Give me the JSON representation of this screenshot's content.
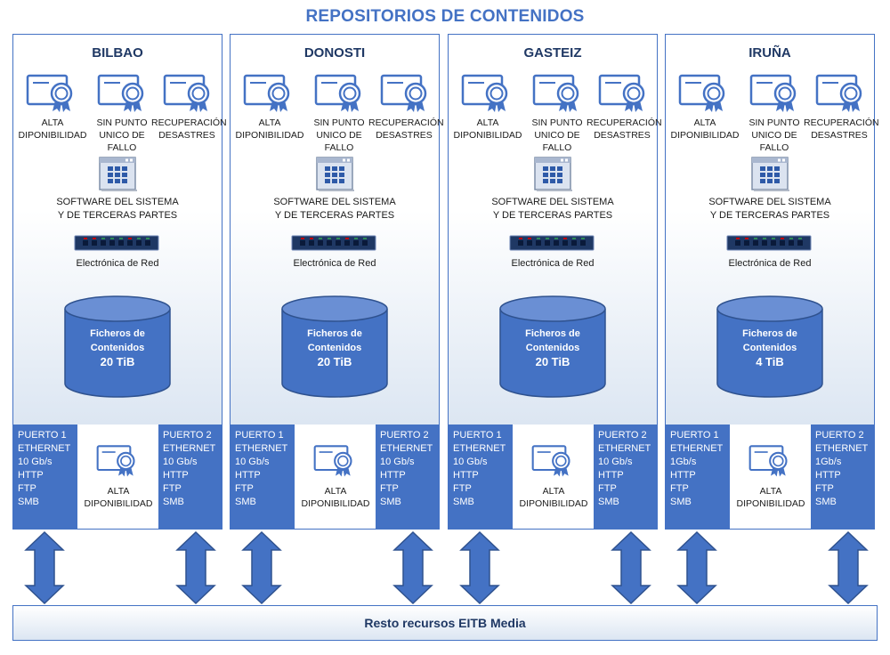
{
  "title": "REPOSITORIOS DE CONTENIDOS",
  "labels": {
    "alta_1": "ALTA",
    "alta_2": "DIPONIBILIDAD",
    "spof_1": "SIN PUNTO",
    "spof_2": "UNICO DE FALLO",
    "rec_1": "RECUPERACIÓN",
    "rec_2": "DESASTRES",
    "software_1": "SOFTWARE DEL SISTEMA",
    "software_2": "Y DE TERCERAS PARTES",
    "network": "Electrónica de Red",
    "db_1": "Ficheros de",
    "db_2": "Contenidos"
  },
  "sites": [
    {
      "name": "BILBAO",
      "capacity": "20 TiB",
      "port1": [
        "PUERTO 1",
        "ETHERNET",
        "10 Gb/s",
        "HTTP",
        "FTP",
        "SMB"
      ],
      "port2": [
        "PUERTO 2",
        "ETHERNET",
        "10 Gb/s",
        "HTTP",
        "FTP",
        "SMB"
      ]
    },
    {
      "name": "DONOSTI",
      "capacity": "20 TiB",
      "port1": [
        "PUERTO 1",
        "ETHERNET",
        "10 Gb/s",
        "HTTP",
        "FTP",
        "SMB"
      ],
      "port2": [
        "PUERTO 2",
        "ETHERNET",
        "10 Gb/s",
        "HTTP",
        "FTP",
        "SMB"
      ]
    },
    {
      "name": "GASTEIZ",
      "capacity": "20 TiB",
      "port1": [
        "PUERTO 1",
        "ETHERNET",
        "10 Gb/s",
        "HTTP",
        "FTP",
        "SMB"
      ],
      "port2": [
        "PUERTO 2",
        "ETHERNET",
        "10 Gb/s",
        "HTTP",
        "FTP",
        "SMB"
      ]
    },
    {
      "name": "IRUÑA",
      "capacity": "4 TiB",
      "port1": [
        "PUERTO 1",
        "ETHERNET",
        "1Gb/s",
        "HTTP",
        "FTP",
        "SMB"
      ],
      "port2": [
        "PUERTO 2",
        "ETHERNET",
        "1Gb/s",
        "HTTP",
        "FTP",
        "SMB"
      ]
    }
  ],
  "footer": "Resto recursos EITB Media",
  "colors": {
    "accent": "#4472c4",
    "dark": "#1f3864",
    "port": "#4472c4"
  },
  "icons": [
    "certificate-icon",
    "software-window-icon",
    "network-switch-icon",
    "database-icon",
    "double-arrow-icon"
  ]
}
